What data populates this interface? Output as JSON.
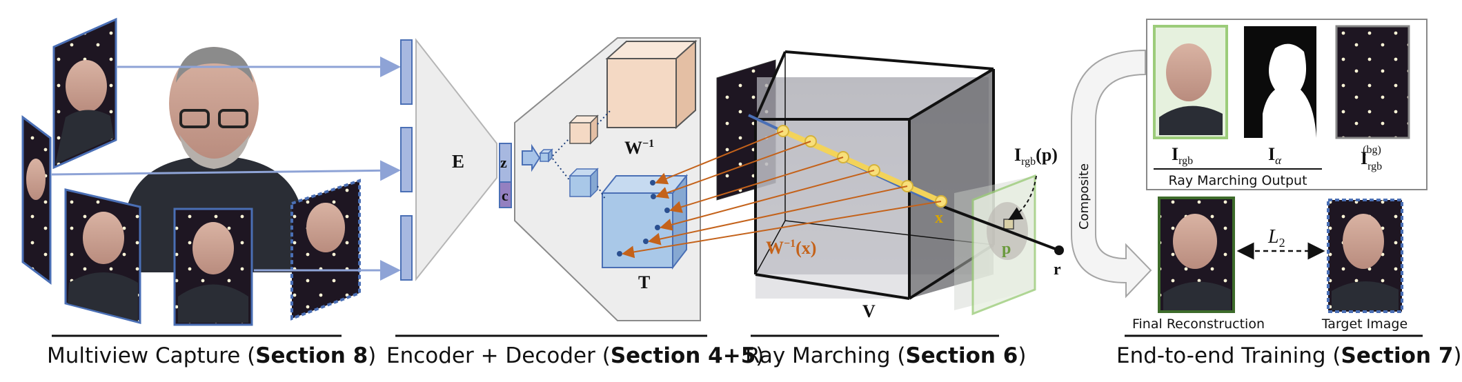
{
  "sections": {
    "capture": {
      "caption_prefix": "Multiview Capture (",
      "caption_bold": "Section 8",
      "caption_suffix": ")"
    },
    "encdec": {
      "caption_prefix": "Encoder + Decoder (",
      "caption_bold": "Section 4+5",
      "caption_suffix": ")"
    },
    "raymarch": {
      "caption_prefix": "Ray Marching (",
      "caption_bold": "Section 6",
      "caption_suffix": ")"
    },
    "training": {
      "caption_prefix": "End-to-end Training (",
      "caption_bold": "Section 7",
      "caption_suffix": ")"
    }
  },
  "labels": {
    "encoder": "E",
    "latent_z": "z",
    "latent_c": "c",
    "warp": "W",
    "warp_sup": "−1",
    "template": "T",
    "volume": "V",
    "x_point": "x",
    "p_point": "p",
    "ray": "r",
    "warp_fn": "W",
    "warp_fn_sup": "−1",
    "warp_fn_arg": "(x)",
    "irgb_p": "I",
    "irgb_p_sub": "rgb",
    "irgb_p_arg": "(p)",
    "i_rgb": "I",
    "i_rgb_sub": "rgb",
    "i_alpha": "I",
    "i_alpha_sub": "α",
    "i_bg": "I",
    "i_bg_sub": "rgb",
    "i_bg_sup": "(bg)",
    "ray_output": "Ray Marching Output",
    "composite": "Composite",
    "loss": "L",
    "loss_sub": "2",
    "final": "Final Reconstruction",
    "target": "Target Image"
  },
  "colors": {
    "accent_blue": "#4a6fb5",
    "arrow_blue": "#8ea3d6",
    "warp_fill": "#f4d9c4",
    "template_fill": "#a9c8e8",
    "ray_yellow": "#f3d35a",
    "orange_arrow": "#c4621a",
    "green_frame": "#9ccc7a"
  }
}
